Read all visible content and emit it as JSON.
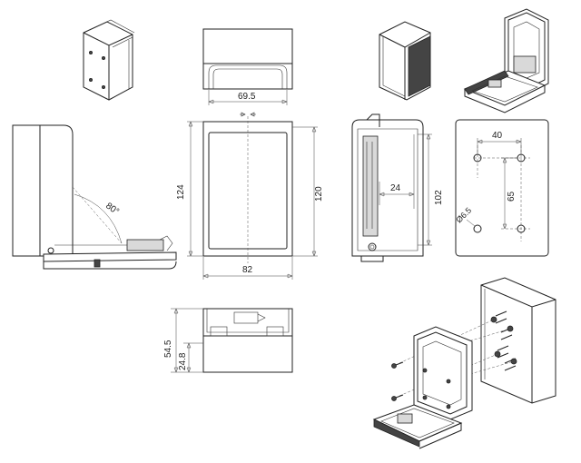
{
  "dimensions": {
    "top_width": "69.5",
    "angle": "80°",
    "front_height": "124",
    "inner_height": "120",
    "front_width": "82",
    "section_depth": "24",
    "section_height": "102",
    "hole_spacing_horizontal": "40",
    "hole_spacing_vertical": "65",
    "hole_diameter": "Ø6.5",
    "depth_total": "54.5",
    "depth_lower": "24.8"
  }
}
